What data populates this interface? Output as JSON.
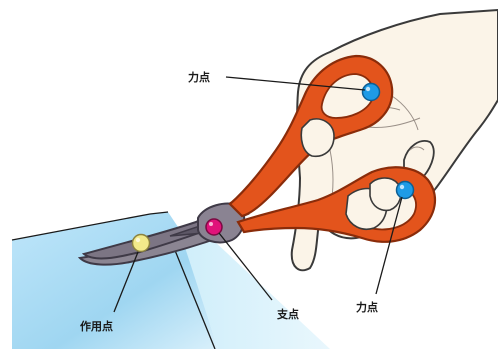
{
  "labels": {
    "effort_top": "力点",
    "effort_right": "力点",
    "fulcrum": "支点",
    "load": "作用点"
  },
  "colors": {
    "paper_light": "#d6eefb",
    "paper_mid": "#9fd6f1",
    "handle_orange": "#e3541c",
    "handle_dark": "#8a2c0a",
    "blade_gray": "#7c7584",
    "blade_dark": "#3f3a47",
    "hand_skin": "#fbf4e8",
    "hand_outline": "#3a3a3a",
    "effort_dot": "#1e9be6",
    "fulcrum_dot": "#e0127a",
    "load_dot": "#f2ea8a"
  }
}
